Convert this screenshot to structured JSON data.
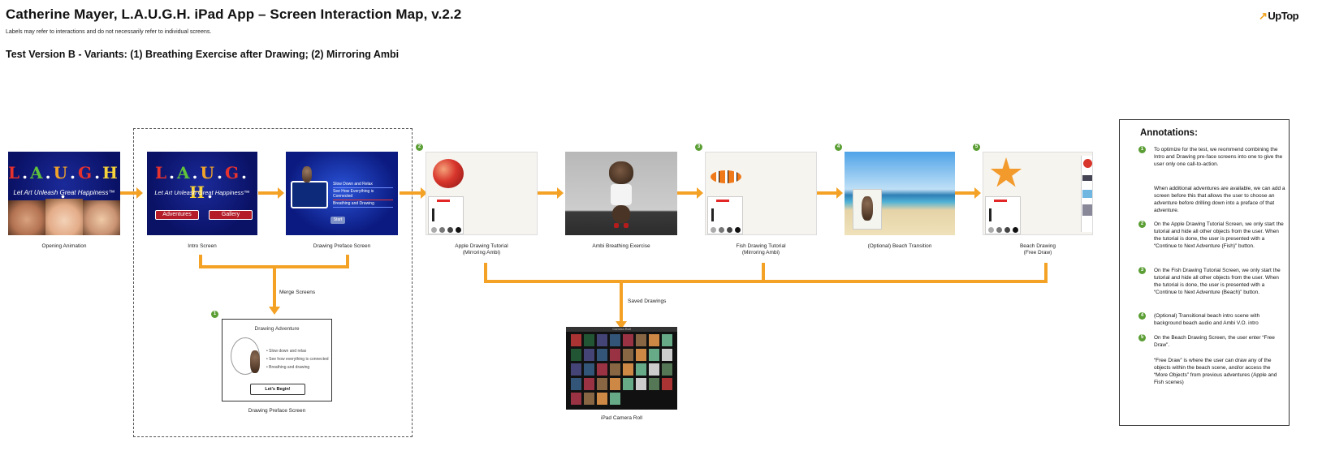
{
  "header": {
    "title": "Catherine Mayer, L.A.U.G.H. iPad App – Screen Interaction Map, v.2.2",
    "note": "Labels may refer to interactions and do not necessarily refer to individual screens.",
    "test_version": "Test Version B - Variants: (1) Breathing Exercise after Drawing; (2) Mirroring Ambi",
    "logo": "UpTop"
  },
  "screens": {
    "opening": {
      "label": "Opening Animation",
      "logo_text": "L.A.U.G.H.",
      "tagline": "Let Art Unleash Great Happiness™"
    },
    "intro": {
      "label": "Intro Screen",
      "logo_text": "L.A.U.G.H.",
      "tagline": "Let Art Unleash Great Happiness™",
      "btn_adventures": "Adventures",
      "btn_gallery": "Gallery"
    },
    "preface": {
      "label": "Drawing Preface Screen",
      "item1": "Slow Down and Relax",
      "item2": "See How Everything is Connected",
      "item3": "Breathing and Drawing",
      "start": "Start"
    },
    "apple": {
      "label": "Apple Drawing Tutorial\n(Mirroring Ambi)",
      "badge": "2"
    },
    "breathing": {
      "label": "Ambi Breathing Exercise"
    },
    "fish": {
      "label": "Fish Drawing Tutorial\n(Mirroring Ambi)",
      "badge": "3"
    },
    "beach_transition": {
      "label": "(Optional) Beach Transition",
      "badge": "4"
    },
    "beach_drawing": {
      "label": "Beach Drawing\n(Free Draw)",
      "badge": "5"
    },
    "merged_preface": {
      "label": "Drawing Preface Screen",
      "badge": "1",
      "heading": "Drawing Adventure",
      "b1": "Slow down and relax",
      "b2": "See how everything is connected",
      "b3": "Breathing and drawing",
      "cta": "Let's Begin!"
    },
    "camera_roll": {
      "label": "iPad Camera Roll",
      "header": "Camera Roll"
    }
  },
  "connectors": {
    "merge": "Merge Screens",
    "saved": "Saved Drawings"
  },
  "annotations": {
    "title": "Annotations:",
    "items": [
      {
        "num": "1",
        "text": "To optimize for the test, we reommend combining the Intro and Drawing pre-face screens into one to give the user only one call-to-action.",
        "text2": "When additional adventures are available, we can add a screen before this that allows the user to choose an adventure before drilling down into a preface of that adventure."
      },
      {
        "num": "2",
        "text": "On the Apple Drawing Tutorial Screen, we only start the tutorial and hide all other objects from the user. When the tutorial is done, the user is presented with a “Continue to Next Adventure (Fish)” button."
      },
      {
        "num": "3",
        "text": "On the Fish Drawing Tutorial Screen, we only start the tutorial and hide all other objects from the user. When the tutorial is done, the user is presented with a “Continue to Next Adventure (Beach)” button."
      },
      {
        "num": "4",
        "text": "(Optional) Transitional beach intro scene with background beach audio and Ambi V.O. intro"
      },
      {
        "num": "5",
        "text": "On the Beach Drawing Screen, the user enter “Free Draw”.",
        "text2": "“Free Draw” is where the user can draw any of the objects within the beach scene, and/or access the “More Objects” from previous adventures (Apple and Fish scenes)"
      }
    ]
  },
  "colors": {
    "connector": "#f4a226",
    "badge": "#5a9e34",
    "laugh_blue": "#0a1266"
  }
}
